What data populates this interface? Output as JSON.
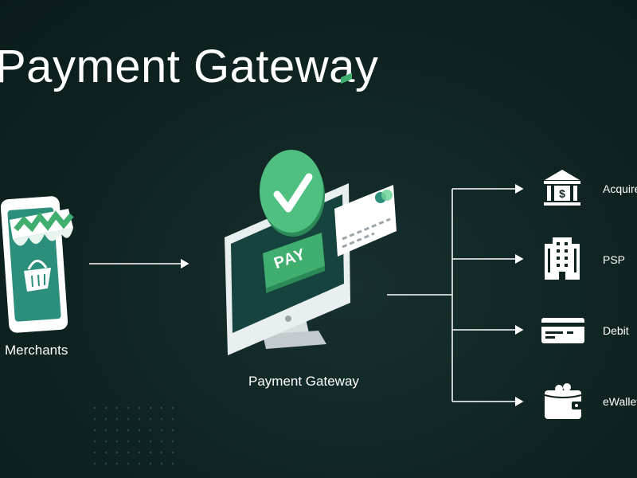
{
  "title": "Payment Gateway",
  "merchants": {
    "label": "Merchants"
  },
  "gateway": {
    "label": "Payment Gateway",
    "pay_text": "PAY"
  },
  "destinations": [
    {
      "label": "Acquirer",
      "icon": "bank-icon"
    },
    {
      "label": "PSP",
      "icon": "building-icon"
    },
    {
      "label": "Debit",
      "icon": "card-icon"
    },
    {
      "label": "eWallet",
      "icon": "wallet-icon"
    }
  ],
  "colors": {
    "background": "#0f2222",
    "accent_green": "#3fae6e",
    "light_green": "#6fd39a",
    "teal": "#2c8f7c",
    "white": "#ffffff"
  }
}
